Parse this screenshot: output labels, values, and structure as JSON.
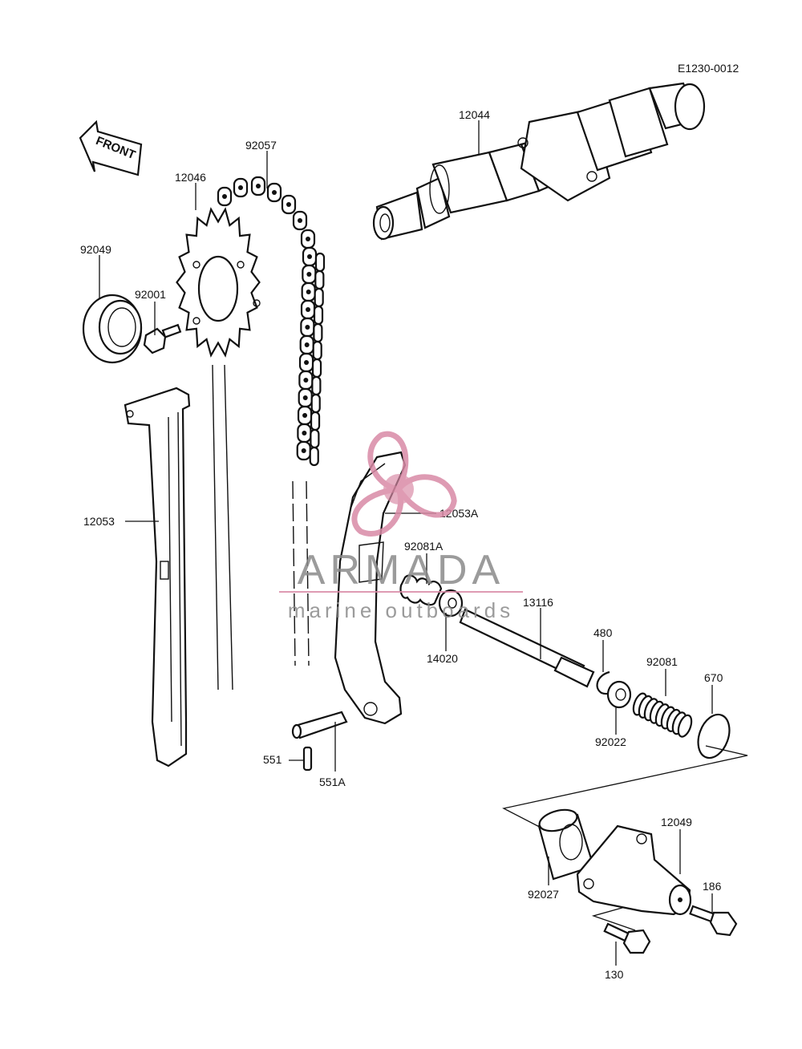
{
  "diagram": {
    "code": "E1230-0012",
    "front_label": "FRONT",
    "parts": [
      {
        "id": "92057"
      },
      {
        "id": "12046"
      },
      {
        "id": "12044"
      },
      {
        "id": "92049"
      },
      {
        "id": "92001"
      },
      {
        "id": "12053"
      },
      {
        "id": "12053A"
      },
      {
        "id": "92081A"
      },
      {
        "id": "13116"
      },
      {
        "id": "14020"
      },
      {
        "id": "480"
      },
      {
        "id": "92081"
      },
      {
        "id": "670"
      },
      {
        "id": "92022"
      },
      {
        "id": "551"
      },
      {
        "id": "551A"
      },
      {
        "id": "12049"
      },
      {
        "id": "92027"
      },
      {
        "id": "186"
      },
      {
        "id": "130"
      }
    ]
  },
  "watermark": {
    "brand": "ARMADA",
    "tagline": "marine outboards",
    "color": "#d98aa6"
  }
}
